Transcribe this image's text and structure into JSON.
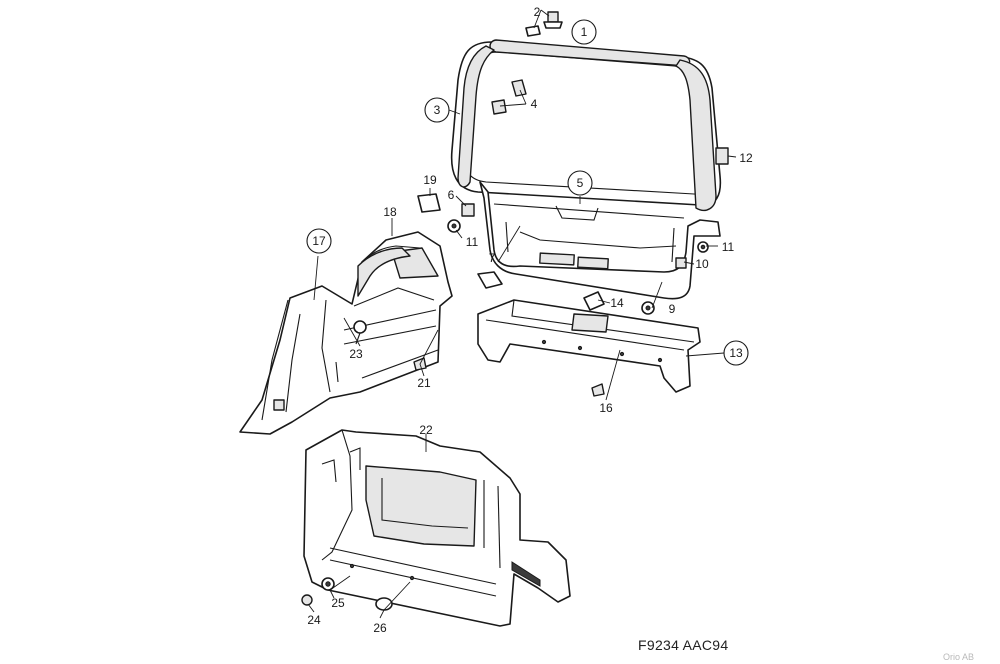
{
  "figure_ref": "F9234 AAC94",
  "credit": "Orio AB",
  "callouts": {
    "c1": "1",
    "c2": "2",
    "c3": "3",
    "c4": "4",
    "c5": "5",
    "c6": "6",
    "c7": "7",
    "c9": "9",
    "c10": "10",
    "c11a": "11",
    "c11b": "11",
    "c12": "12",
    "c13": "13",
    "c14": "14",
    "c16": "16",
    "c17": "17",
    "c18": "18",
    "c19": "19",
    "c21": "21",
    "c22": "22",
    "c23": "23",
    "c24": "24",
    "c25": "25",
    "c26": "26"
  }
}
